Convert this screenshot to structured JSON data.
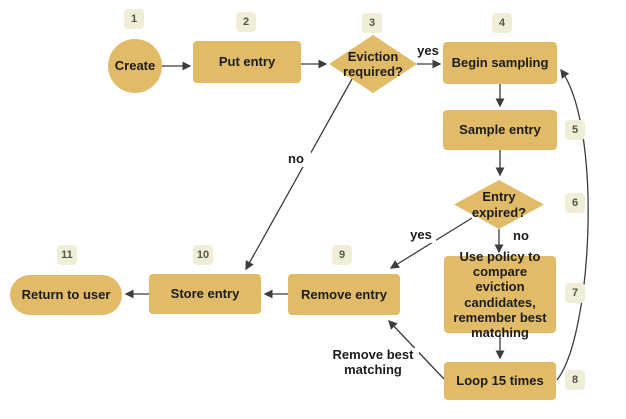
{
  "diagram": {
    "type": "flowchart",
    "nodes": [
      {
        "step": "1",
        "label": "Create",
        "shape": "circle"
      },
      {
        "step": "2",
        "label": "Put entry",
        "shape": "rect"
      },
      {
        "step": "3",
        "label": "Eviction required?",
        "shape": "diamond"
      },
      {
        "step": "4",
        "label": "Begin sampling",
        "shape": "rect"
      },
      {
        "step": "5",
        "label": "Sample entry",
        "shape": "rect"
      },
      {
        "step": "6",
        "label": "Entry expired?",
        "shape": "diamond"
      },
      {
        "step": "7",
        "label": "Use policy to compare eviction candidates, remember best matching",
        "shape": "rect"
      },
      {
        "step": "8",
        "label": "Loop 15 times",
        "shape": "rect"
      },
      {
        "step": "9",
        "label": "Remove entry",
        "shape": "rect"
      },
      {
        "step": "10",
        "label": "Store entry",
        "shape": "rect"
      },
      {
        "step": "11",
        "label": "Return to user",
        "shape": "pill"
      }
    ],
    "edge_labels": {
      "eviction_yes": "yes",
      "eviction_no": "no",
      "expired_yes": "yes",
      "expired_no": "no",
      "loop_remove": "Remove best matching"
    },
    "colors": {
      "node_fill": "#e1bb68",
      "badge_bg": "#f1eed7",
      "badge_text": "#55564a",
      "edge": "#3c3c3c",
      "text": "#1c1c1c",
      "background": "#ffffff"
    }
  }
}
